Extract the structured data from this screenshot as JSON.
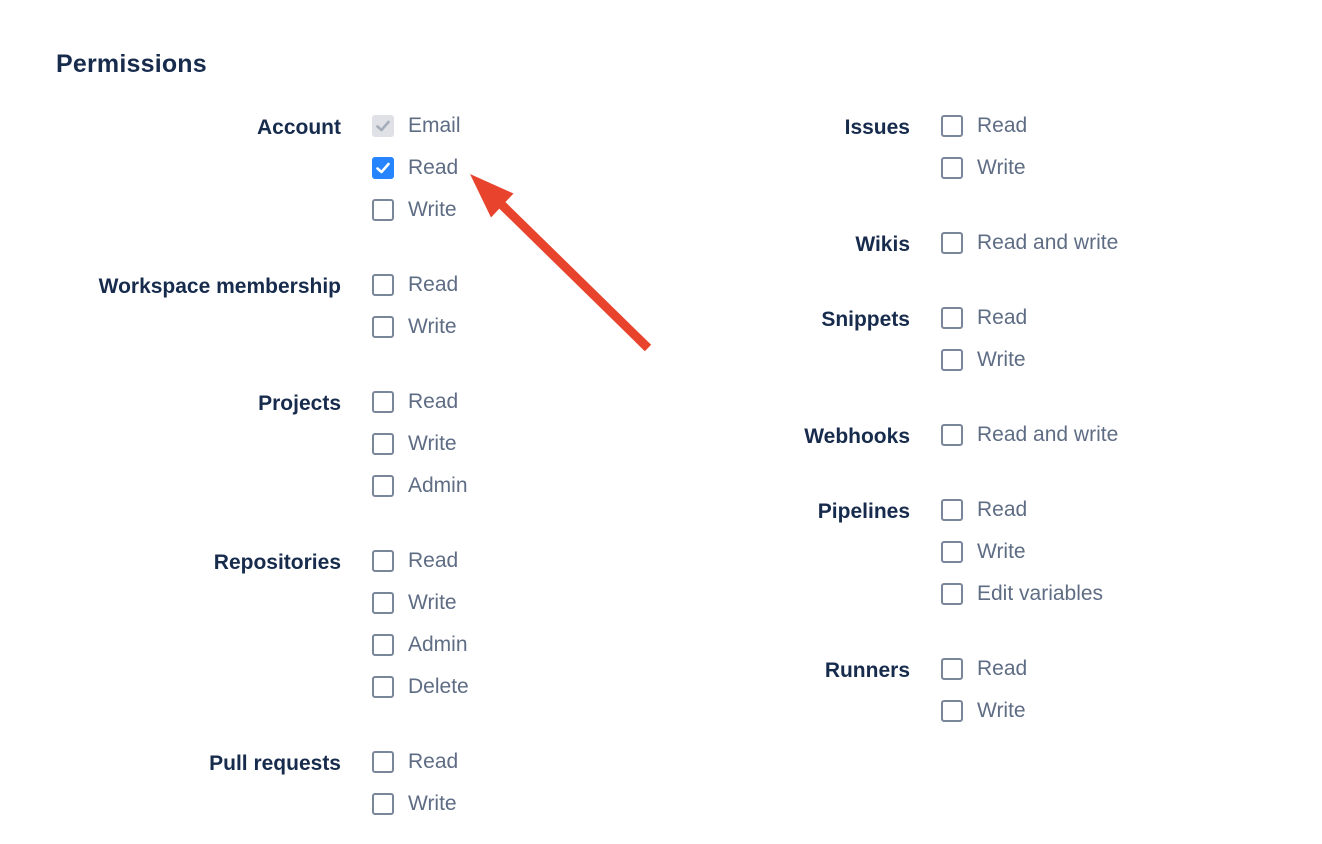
{
  "title": "Permissions",
  "colors": {
    "heading": "#172B4D",
    "option_label": "#5E6C84",
    "checkbox_border": "#7A869A",
    "checked_fill": "#2684FF",
    "checked_glyph": "#FFFFFF",
    "disabled_fill": "#DFE1E6",
    "disabled_check": "#A5ADBA",
    "arrow": "#E8432D"
  },
  "columns": [
    {
      "side": "left",
      "groups": [
        {
          "label": "Account",
          "options": [
            {
              "label": "Email",
              "state": "disabled-checked"
            },
            {
              "label": "Read",
              "state": "checked"
            },
            {
              "label": "Write",
              "state": "unchecked"
            }
          ]
        },
        {
          "label": "Workspace membership",
          "options": [
            {
              "label": "Read",
              "state": "unchecked"
            },
            {
              "label": "Write",
              "state": "unchecked"
            }
          ]
        },
        {
          "label": "Projects",
          "options": [
            {
              "label": "Read",
              "state": "unchecked"
            },
            {
              "label": "Write",
              "state": "unchecked"
            },
            {
              "label": "Admin",
              "state": "unchecked"
            }
          ]
        },
        {
          "label": "Repositories",
          "options": [
            {
              "label": "Read",
              "state": "unchecked"
            },
            {
              "label": "Write",
              "state": "unchecked"
            },
            {
              "label": "Admin",
              "state": "unchecked"
            },
            {
              "label": "Delete",
              "state": "unchecked"
            }
          ]
        },
        {
          "label": "Pull requests",
          "options": [
            {
              "label": "Read",
              "state": "unchecked"
            },
            {
              "label": "Write",
              "state": "unchecked"
            }
          ]
        }
      ]
    },
    {
      "side": "right",
      "groups": [
        {
          "label": "Issues",
          "options": [
            {
              "label": "Read",
              "state": "unchecked"
            },
            {
              "label": "Write",
              "state": "unchecked"
            }
          ]
        },
        {
          "label": "Wikis",
          "options": [
            {
              "label": "Read and write",
              "state": "unchecked"
            }
          ]
        },
        {
          "label": "Snippets",
          "options": [
            {
              "label": "Read",
              "state": "unchecked"
            },
            {
              "label": "Write",
              "state": "unchecked"
            }
          ]
        },
        {
          "label": "Webhooks",
          "options": [
            {
              "label": "Read and write",
              "state": "unchecked"
            }
          ]
        },
        {
          "label": "Pipelines",
          "options": [
            {
              "label": "Read",
              "state": "unchecked"
            },
            {
              "label": "Write",
              "state": "unchecked"
            },
            {
              "label": "Edit variables",
              "state": "unchecked"
            }
          ]
        },
        {
          "label": "Runners",
          "options": [
            {
              "label": "Read",
              "state": "unchecked"
            },
            {
              "label": "Write",
              "state": "unchecked"
            }
          ]
        }
      ]
    }
  ],
  "annotation": {
    "type": "red-arrow",
    "points_at": "Account Read checkbox"
  }
}
